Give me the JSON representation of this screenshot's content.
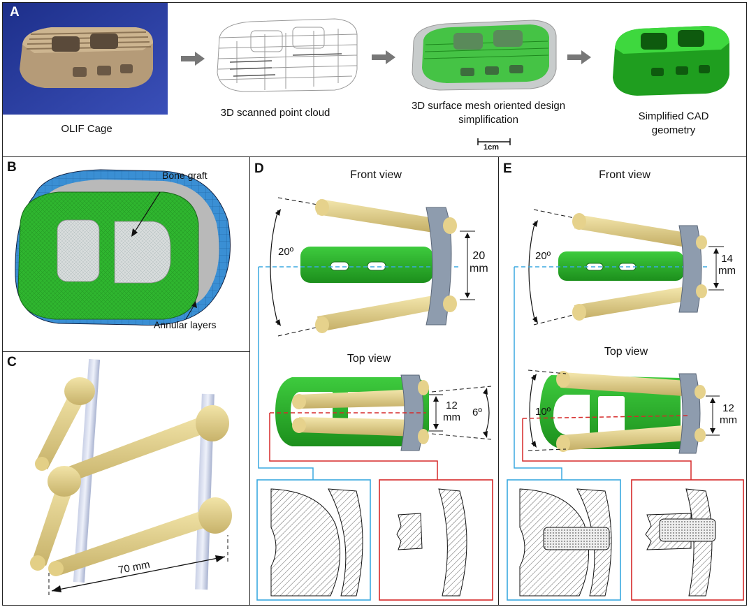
{
  "panels": {
    "a": {
      "label": "A",
      "captions": {
        "olif_cage": "OLIF Cage",
        "point_cloud": "3D scanned point cloud",
        "mesh_line1": "3D surface mesh oriented design",
        "mesh_line2": "simplification",
        "cad_line1": "Simplified CAD",
        "cad_line2": "geometry"
      },
      "scale_bar": "1cm"
    },
    "b": {
      "label": "B",
      "bone_graft": "Bone graft",
      "annular_layers": "Annular layers"
    },
    "c": {
      "label": "C",
      "length": "70 mm"
    },
    "d": {
      "label": "D",
      "front_view": "Front view",
      "top_view": "Top view",
      "front_angle": "20º",
      "front_height_value": "20",
      "front_height_unit": "mm",
      "top_width_value": "12",
      "top_width_unit": "mm",
      "top_angle": "6º"
    },
    "e": {
      "label": "E",
      "front_view": "Front view",
      "top_view": "Top view",
      "front_angle": "20º",
      "front_height_value": "14",
      "front_height_unit": "mm",
      "top_angle": "10º",
      "top_width_value": "12",
      "top_width_unit": "mm"
    }
  },
  "colors": {
    "cage_green": "#2fb52f",
    "screw_tan": "#e6d38f",
    "plate_gray": "#8e9cae",
    "annulus_blue": "#3a8fd4",
    "graft_gray": "#d8dcdc",
    "section_blue": "#3aa9e0",
    "section_red": "#d62a2a"
  }
}
